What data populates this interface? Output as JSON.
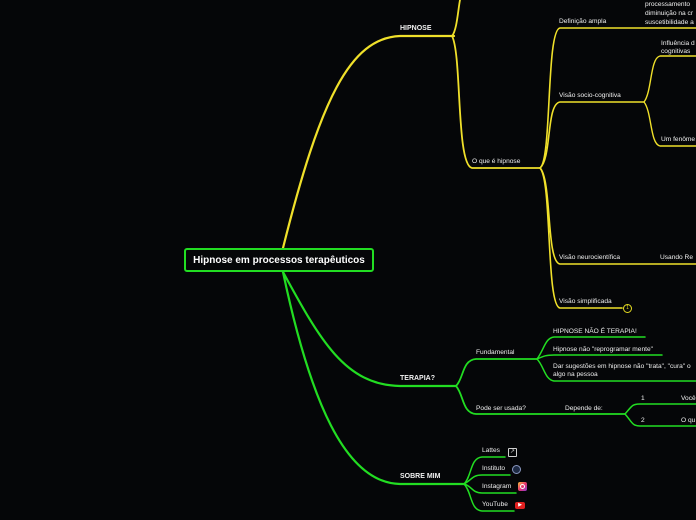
{
  "root": "Hipnose em processos terapêuticos",
  "colors": {
    "hipnose_branch": "#f0e02a",
    "terapia_branch": "#22dd22",
    "sobre_branch": "#22dd22",
    "root_border": "#22dd22",
    "background": "#050608"
  },
  "hipnose": {
    "title": "HIPNOSE",
    "o_que_e": "O que é hipnose",
    "definicao": "Definição ampla",
    "definicao_text": [
      "processamento",
      "diminuição na cr",
      "suscetibilidade a"
    ],
    "socio": "Visão socio-cognitiva",
    "socio_sub1": [
      "Influência d",
      "cognitivas"
    ],
    "socio_sub2": "Um fenôme",
    "neuro": "Visão neurocientífica",
    "neuro_sub": "Usando Re",
    "simplificada": "Visão simplificada",
    "simplificada_badge": "1"
  },
  "terapia": {
    "title": "TERAPIA?",
    "fundamental": "Fundamental",
    "fund_items": [
      "HIPNOSE NÃO É TERAPIA!",
      "Hipnose não \"reprogramar mente\"",
      [
        "Dar sugestões em hipnose não \"trata\", \"cura\" o",
        "algo na pessoa"
      ]
    ],
    "pode_ser_usada": "Pode ser usada?",
    "depende": "Depende de:",
    "items": [
      {
        "num": "1",
        "text": "Você"
      },
      {
        "num": "2",
        "text": "O qu"
      }
    ]
  },
  "sobre": {
    "title": "SOBRE MIM",
    "links": [
      {
        "label": "Lattes",
        "icon": "external-link-icon"
      },
      {
        "label": "Instituto",
        "icon": "institute-logo-icon"
      },
      {
        "label": "Instagram",
        "icon": "instagram-icon"
      },
      {
        "label": "YouTube",
        "icon": "youtube-icon"
      }
    ]
  }
}
